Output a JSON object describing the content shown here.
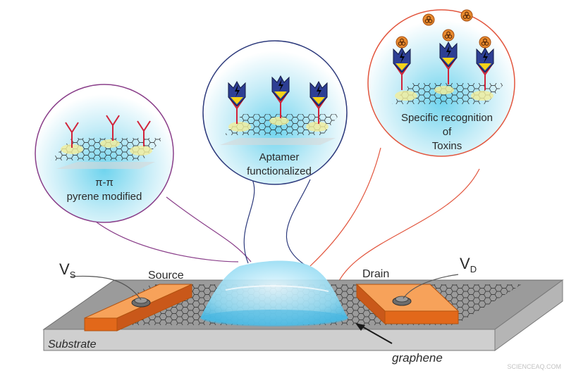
{
  "circle_labels": {
    "left_line1": "π-π",
    "left_line2": "pyrene modified",
    "middle_line1": "Aptamer",
    "middle_line2": "functionalized",
    "right_line1": "Specific recognition",
    "right_line2": "of",
    "right_line3": "Toxins"
  },
  "device": {
    "source_label": "Source",
    "drain_label": "Drain",
    "vs_main": "V",
    "vs_sub": "S",
    "vd_main": "V",
    "vd_sub": "D",
    "substrate_label": "Substrate",
    "graphene_label": "graphene"
  },
  "watermark": "SCIENCEAQ.COM",
  "colors": {
    "left_circle": "#8a3f8a",
    "middle_circle": "#2d3a7c",
    "right_circle": "#e2553d",
    "electrode": "#f07a22",
    "substrate_top": "#9a9a9a",
    "droplet": "#7fd3ee"
  }
}
